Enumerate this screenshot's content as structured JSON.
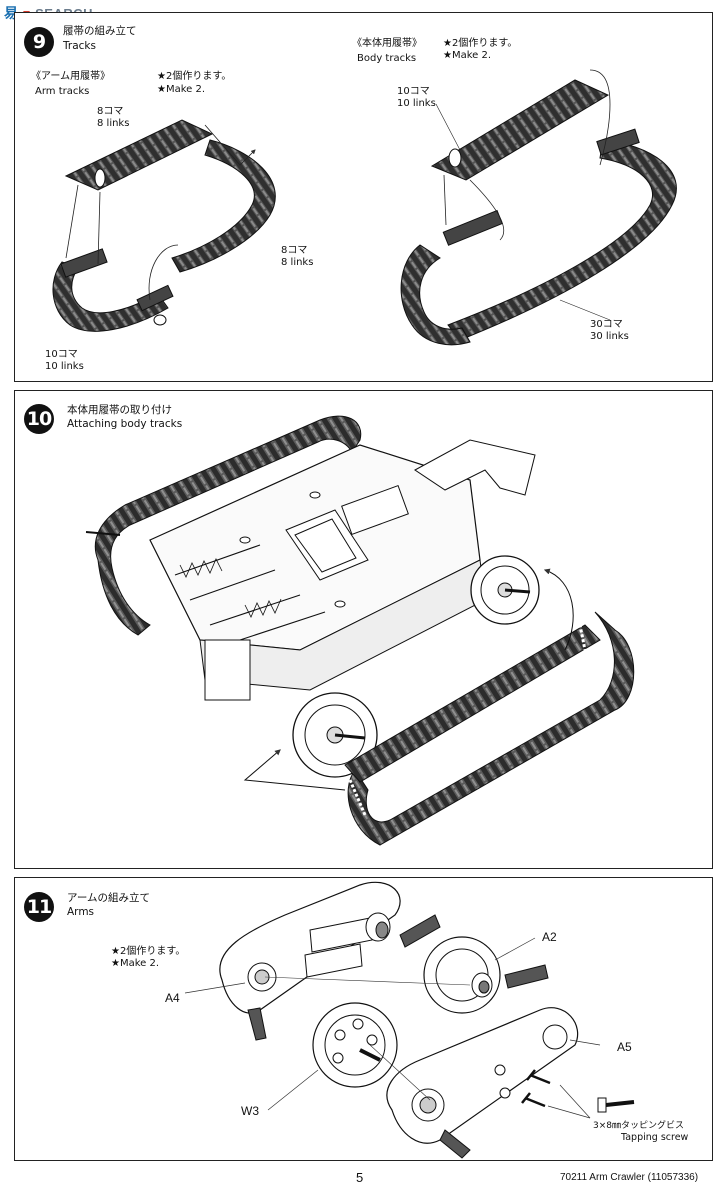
{
  "watermark": {
    "cn": "易",
    "text": "SEARCH"
  },
  "steps": [
    {
      "number": "9",
      "title_jp": "履帯の組み立て",
      "title_en": "Tracks",
      "arm": {
        "heading_jp": "《アーム用履帯》",
        "heading_en": "Arm tracks",
        "make_jp": "★2個作ります。",
        "make_en": "★Make 2.",
        "l1_jp": "8コマ",
        "l1_en": "8 links",
        "l2_jp": "8コマ",
        "l2_en": "8 links",
        "l3_jp": "10コマ",
        "l3_en": "10 links"
      },
      "body": {
        "heading_jp": "《本体用履帯》",
        "heading_en": "Body tracks",
        "make_jp": "★2個作ります。",
        "make_en": "★Make 2.",
        "l1_jp": "10コマ",
        "l1_en": "10 links",
        "l2_jp": "30コマ",
        "l2_en": "30 links"
      }
    },
    {
      "number": "10",
      "title_jp": "本体用履帯の取り付け",
      "title_en": "Attaching body tracks"
    },
    {
      "number": "11",
      "title_jp": "アームの組み立て",
      "title_en": "Arms",
      "make_jp": "★2個作ります。",
      "make_en": "★Make 2.",
      "parts": {
        "a2": "A2",
        "a4": "A4",
        "a5": "A5",
        "w3": "W3"
      },
      "screw_jp": "3×8㎜タッピングビス",
      "screw_en": "Tapping screw"
    }
  ],
  "page_number": "5",
  "footer": "70211 Arm Crawler (11057336)"
}
